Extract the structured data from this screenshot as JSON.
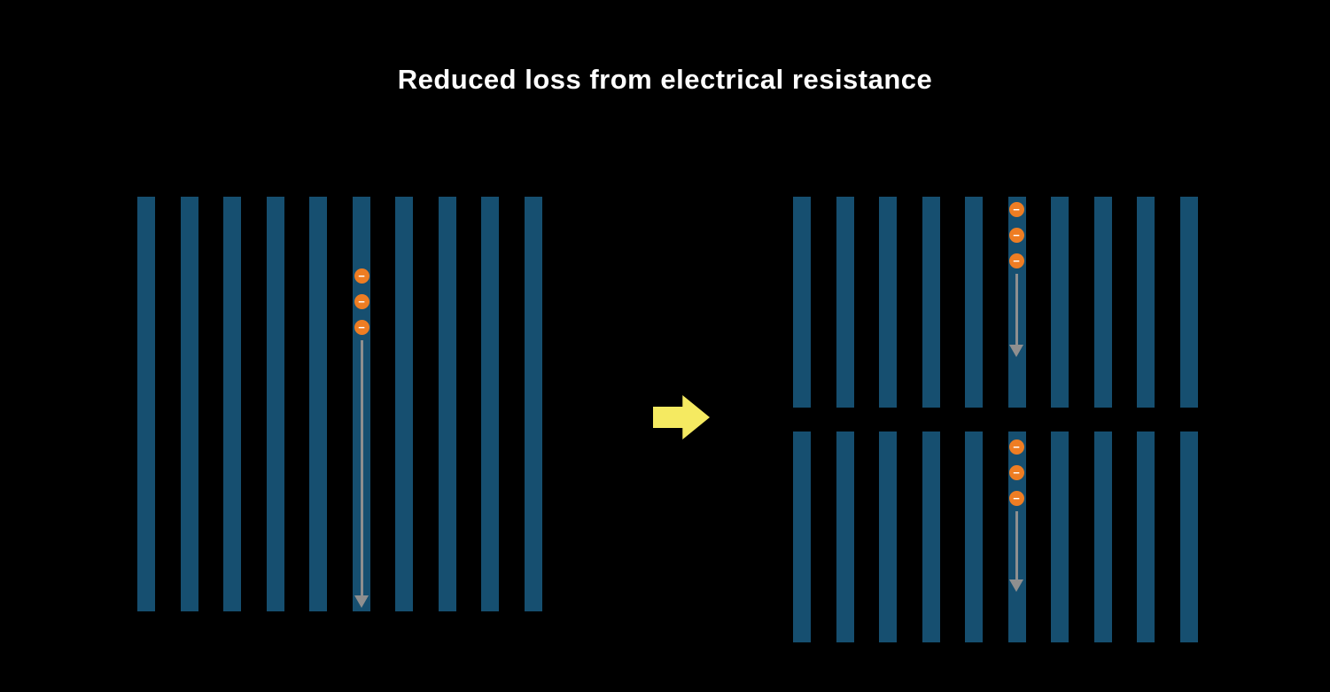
{
  "title": "Reduced loss from electrical resistance",
  "symbols": {
    "minus": "−"
  },
  "colors": {
    "background": "#000000",
    "title_text": "#ffffff",
    "cell_bar": "#164f70",
    "electron": "#ee7d23",
    "electron_symbol": "#ffffff",
    "flow_arrow": "#8f8f8f",
    "transition_arrow": "#f5ea61"
  },
  "left_panel": {
    "name": "full-cell",
    "bar_count": 10,
    "electron_count": 3
  },
  "right_panel": {
    "top_group": {
      "name": "half-cell-top",
      "bar_count": 10,
      "electron_count": 3
    },
    "bottom_group": {
      "name": "half-cell-bottom",
      "bar_count": 10,
      "electron_count": 3
    }
  }
}
